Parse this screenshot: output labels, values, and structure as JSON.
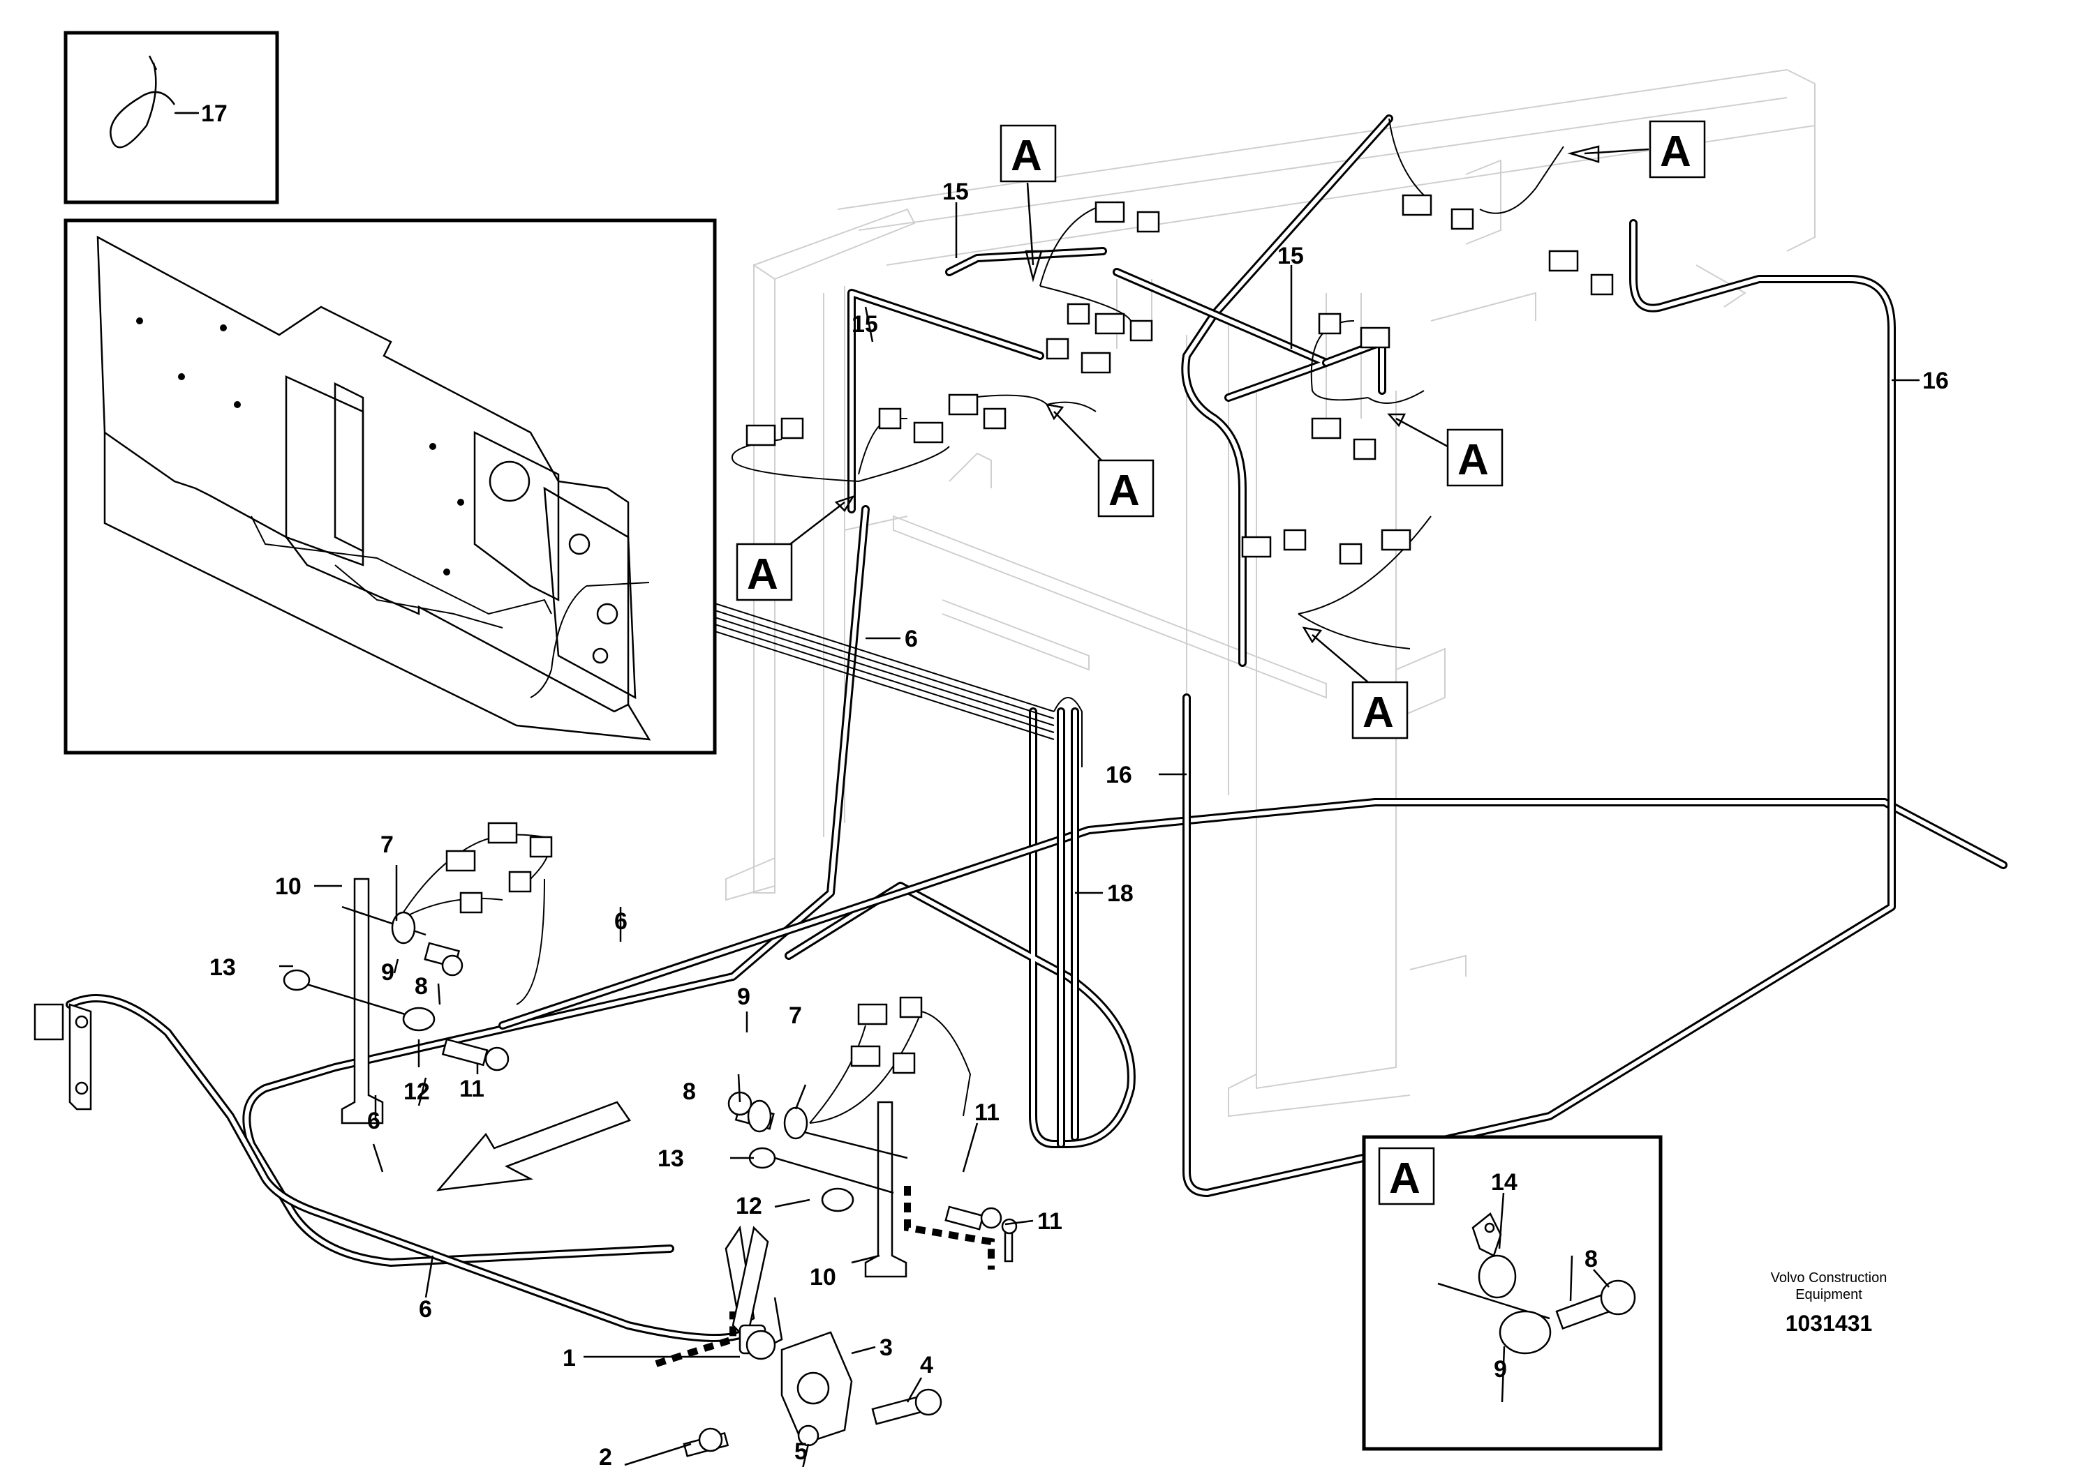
{
  "diagram": {
    "callouts": {
      "c1": "1",
      "c2": "2",
      "c3": "3",
      "c4": "4",
      "c5": "5",
      "c6": "6",
      "c7": "7",
      "c8": "8",
      "c9": "9",
      "c10": "10",
      "c11": "11",
      "c12": "12",
      "c13": "13",
      "c14": "14",
      "c15": "15",
      "c16": "16",
      "c17": "17",
      "c18": "18"
    },
    "detail_tag": "A",
    "credit_line1": "Volvo Construction",
    "credit_line2": "Equipment",
    "drawing_number": "1031431"
  }
}
